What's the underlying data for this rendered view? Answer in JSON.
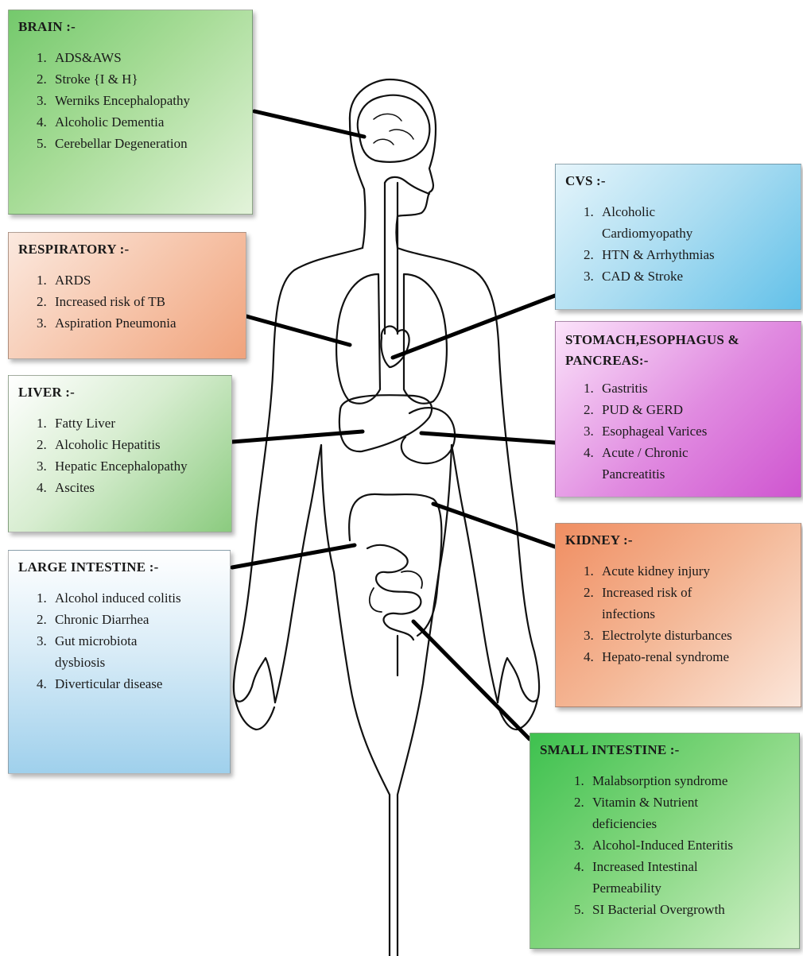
{
  "boxes": {
    "brain": {
      "title": "BRAIN :-",
      "items": [
        "ADS&AWS",
        "Stroke {I & H}",
        "Werniks Encephalopathy",
        "Alcoholic Dementia",
        "Cerebellar Degeneration"
      ]
    },
    "respiratory": {
      "title": "RESPIRATORY :-",
      "items": [
        "ARDS",
        "Increased risk of TB",
        "Aspiration Pneumonia"
      ]
    },
    "liver": {
      "title": "LIVER :-",
      "items": [
        "Fatty Liver",
        "Alcoholic Hepatitis",
        "Hepatic Encephalopathy",
        "Ascites"
      ]
    },
    "large_intestine": {
      "title": "LARGE INTESTINE :-",
      "items": [
        "Alcohol induced colitis",
        "Chronic Diarrhea",
        "Gut microbiota dysbiosis",
        "Diverticular disease"
      ]
    },
    "cvs": {
      "title": "CVS :-",
      "items": [
        "Alcoholic Cardiomyopathy",
        "HTN & Arrhythmias",
        "CAD & Stroke"
      ]
    },
    "stomach": {
      "title": "STOMACH,ESOPHAGUS & PANCREAS:-",
      "items": [
        "Gastritis",
        "PUD & GERD",
        "Esophageal Varices",
        "Acute / Chronic Pancreatitis"
      ]
    },
    "kidney": {
      "title": "KIDNEY :-",
      "items": [
        "Acute kidney injury",
        "Increased risk of infections",
        "Electrolyte disturbances",
        "Hepato-renal syndrome"
      ]
    },
    "small_intestine": {
      "title": "SMALL INTESTINE :-",
      "items": [
        "Malabsorption syndrome",
        "Vitamin & Nutrient deficiencies",
        "Alcohol-Induced Enteritis",
        "Increased Intestinal Permeability",
        "SI Bacterial Overgrowth"
      ]
    }
  }
}
